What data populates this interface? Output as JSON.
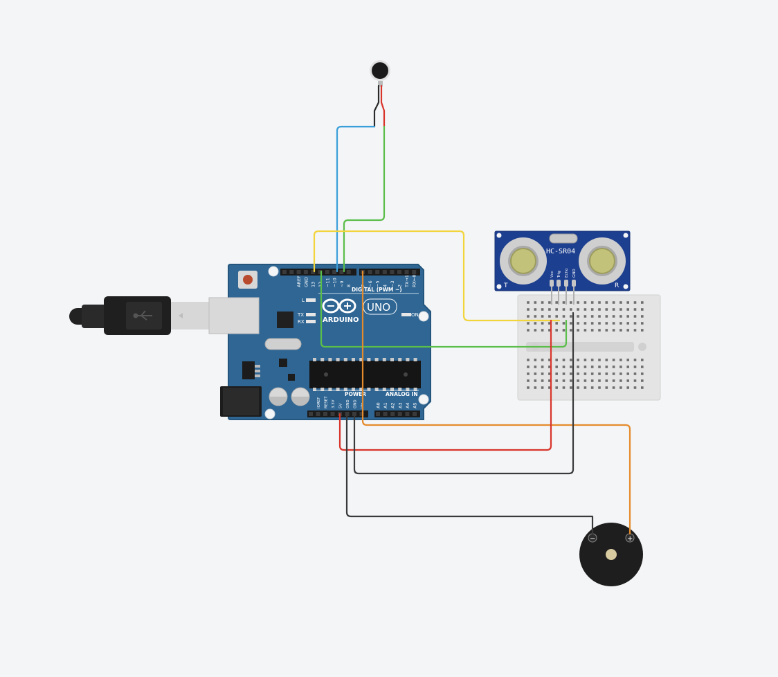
{
  "arduino": {
    "brand": "ARDUINO",
    "model": "UNO",
    "header_label": "DIGITAL (PWM ~)",
    "power_label": "POWER",
    "analog_label": "ANALOG IN",
    "led_l": "L",
    "led_tx": "TX",
    "led_rx": "RX",
    "on_label": "ON",
    "digital_pins": [
      "AREF",
      "GND",
      "13",
      "12",
      "~11",
      "~10",
      "~9",
      "8",
      "7",
      "~6",
      "~5",
      "4",
      "~3",
      "2",
      "TX→1",
      "RX←0"
    ],
    "power_pins": [
      "IOREF",
      "RESET",
      "3.3V",
      "5V",
      "GND",
      "GND",
      "Vin"
    ],
    "analog_pins": [
      "A0",
      "A1",
      "A2",
      "A3",
      "A4",
      "A5"
    ]
  },
  "sensor": {
    "name": "HC-SR04",
    "pins": [
      "Vcc",
      "Trig",
      "Echo",
      "GND"
    ],
    "left_mark": "T",
    "right_mark": "R"
  },
  "buzzer": {
    "minus": "−",
    "plus": "+"
  },
  "colors": {
    "background": "#f3f5f7",
    "board": "#2f6694",
    "wire_yellow": "#f2d43b",
    "wire_blue": "#3a9fd9",
    "wire_green": "#5bbd4a",
    "wire_red": "#d9352b",
    "wire_black": "#3a3a3a",
    "wire_orange": "#e58b2c"
  }
}
